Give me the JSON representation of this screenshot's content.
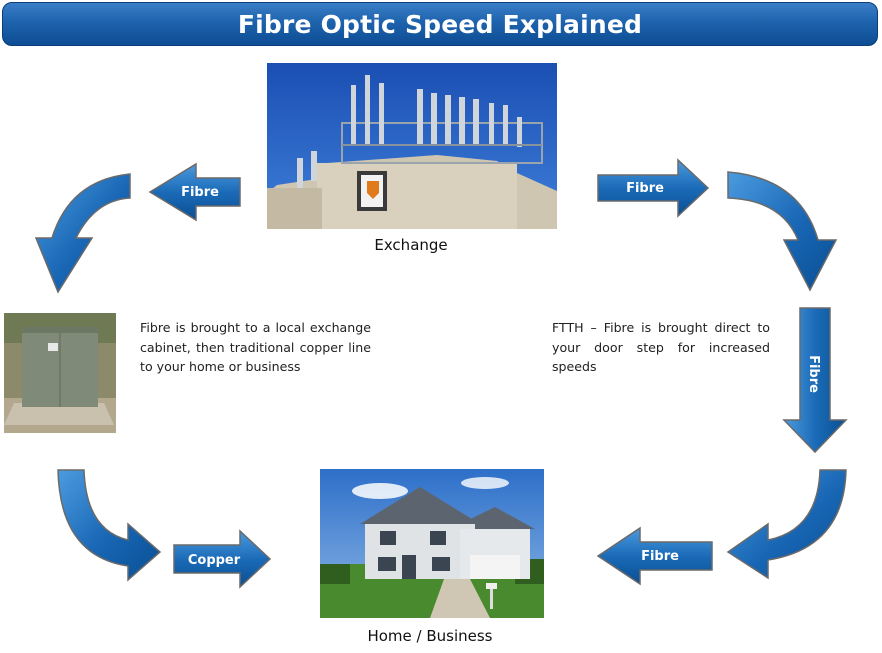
{
  "title": "Fibre Optic Speed Explained",
  "nodes": {
    "exchange": {
      "caption": "Exchange"
    },
    "home": {
      "caption": "Home / Business"
    }
  },
  "descriptions": {
    "cabinet": "Fibre is brought to a local exchange cabinet, then traditional copper line to your home or business",
    "ftth": "FTTH – Fibre is brought direct to your door step for increased speeds"
  },
  "arrow_labels": {
    "top_left": "Fibre",
    "top_right": "Fibre",
    "right_vertical": "Fibre",
    "bottom_right": "Fibre",
    "bottom_left": "Copper"
  },
  "colors": {
    "title_bar": "#1e63ad",
    "arrow_light": "#3d8fd6",
    "arrow_dark": "#0a4f93"
  },
  "icons": {
    "exchange_photo": "exchange-building-photo",
    "cabinet_photo": "street-cabinet-photo",
    "home_photo": "house-photo"
  }
}
